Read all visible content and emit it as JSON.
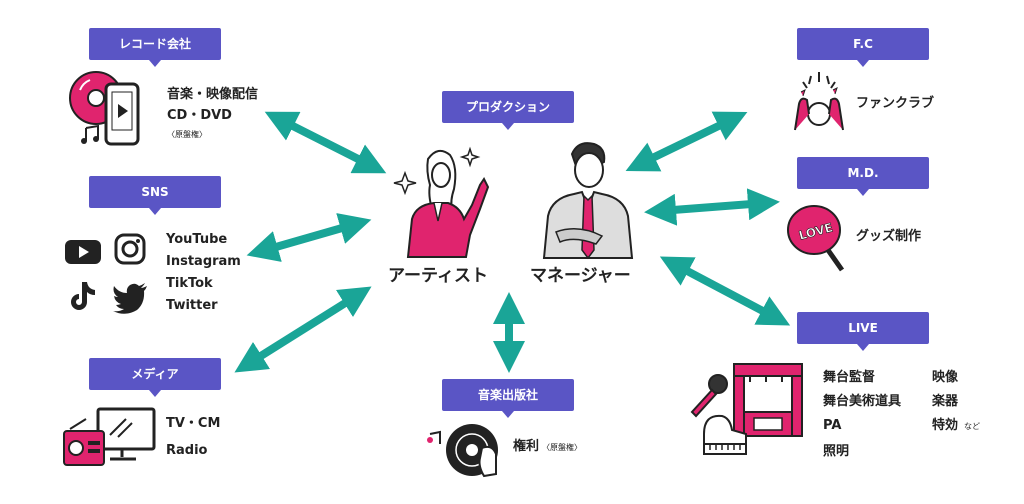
{
  "colors": {
    "accent": "#5a55c5",
    "arrow": "#1aa597",
    "pink": "#e0246e",
    "ink": "#222222"
  },
  "tags": {
    "record": "レコード会社",
    "sns": "SNS",
    "media": "メディア",
    "production": "プロダクション",
    "publisher": "音楽出版社",
    "fc": "F.C",
    "md": "M.D.",
    "live": "LIVE"
  },
  "record": {
    "line1": "音楽・映像配信",
    "line2": "CD・DVD",
    "note": "〈原盤権〉"
  },
  "sns": {
    "items": [
      "YouTube",
      "Instagram",
      "TikTok",
      "Twitter"
    ]
  },
  "media": {
    "line1": "TV・CM",
    "line2": "Radio"
  },
  "center": {
    "artist": "アーティスト",
    "manager": "マネージャー"
  },
  "publisher": {
    "label": "権利",
    "note": "〈原盤権〉"
  },
  "fc": {
    "label": "ファンクラブ"
  },
  "md": {
    "label": "グッズ制作"
  },
  "live": {
    "items": [
      "舞台監督",
      "舞台美術道具",
      "PA",
      "照明",
      "映像",
      "楽器",
      "特効"
    ],
    "note": "など"
  },
  "icons": [
    "cd-phone-icon",
    "music-note-icon",
    "youtube-icon",
    "instagram-icon",
    "tiktok-icon",
    "twitter-icon",
    "radio-tv-icon",
    "turntable-icon",
    "cheering-fan-icon",
    "fan-uchiwa-icon",
    "stage-icon",
    "microphone-icon",
    "piano-icon"
  ],
  "uchiwa_text": "LOVE"
}
